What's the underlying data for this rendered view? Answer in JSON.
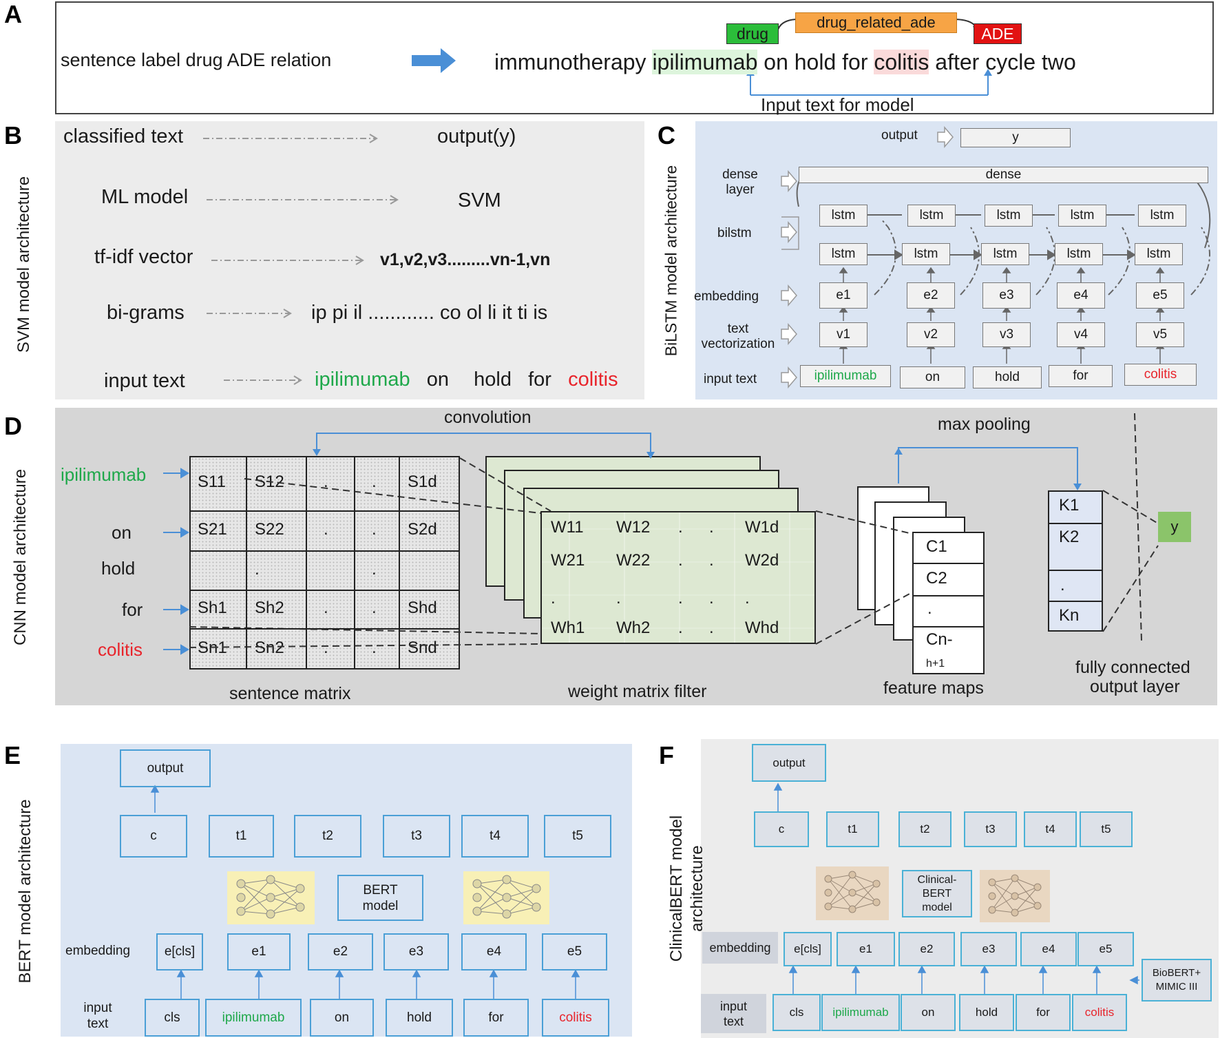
{
  "panelA": {
    "letter": "A",
    "left_text": "sentence label drug ADE relation",
    "drug_tag": "drug",
    "relation_tag": "drug_related_ade",
    "ade_tag": "ADE",
    "sentence": [
      "immunotherapy",
      "ipilimumab",
      "on hold for",
      "colitis",
      "after cycle two"
    ],
    "input_label": "Input text for model"
  },
  "panelB": {
    "letter": "B",
    "side_label": "SVM model architecture",
    "rows": [
      {
        "label": "classified text",
        "value": "output(y)"
      },
      {
        "label": "ML model",
        "value": "SVM"
      },
      {
        "label": "tf-idf vector",
        "value": "v1,v2,v3.........vn-1,vn"
      },
      {
        "label": "bi-grams",
        "value": "ip  pi  il ............ co  ol  li  it  ti  is"
      },
      {
        "label": "input text",
        "words": [
          "ipilimumab",
          "on",
          "hold",
          "for",
          "colitis"
        ]
      }
    ]
  },
  "panelC": {
    "letter": "C",
    "side_label": "BiLSTM model architecture",
    "layer_labels": [
      "output",
      "dense layer",
      "bilstm",
      "embedding",
      "text vectorization",
      "input text"
    ],
    "output_box": "y",
    "dense_box": "dense",
    "lstm": "lstm",
    "embeddings": [
      "e1",
      "e2",
      "e3",
      "e4",
      "e5"
    ],
    "vectors": [
      "v1",
      "v2",
      "v3",
      "v4",
      "v5"
    ],
    "inputs": [
      "ipilimumab",
      "on",
      "hold",
      "for",
      "colitis"
    ]
  },
  "panelD": {
    "letter": "D",
    "side_label": "CNN model architecture",
    "convolution": "convolution",
    "max_pooling": "max pooling",
    "words": [
      "ipilimumab",
      "on",
      "hold",
      "for",
      "colitis"
    ],
    "sentence_matrix_label": "sentence matrix",
    "weight_filter_label": "weight matrix filter",
    "feature_maps_label": "feature maps",
    "fc_label_1": "fully connected",
    "fc_label_2": "output layer",
    "k_cells": [
      "K1",
      "K2",
      ".",
      "Kn"
    ],
    "c_cells": [
      "C1",
      "C2",
      ".",
      "Cn-",
      "h+1"
    ],
    "y": "y",
    "s_rows": [
      [
        "S11",
        "S12",
        ".",
        ".",
        "S1d"
      ],
      [
        "S21",
        "S22",
        ".",
        ".",
        "S2d"
      ],
      [
        "",
        ".",
        "",
        ".",
        ""
      ],
      [
        "Sh1",
        "Sh2",
        ".",
        ".",
        "Shd"
      ],
      [
        "Sn1",
        "Sn2",
        ".",
        ".",
        "Snd"
      ]
    ],
    "w_rows": [
      [
        "W11",
        "W12",
        ".",
        ".",
        "W1d"
      ],
      [
        "W21",
        "W22",
        ".",
        ".",
        "W2d"
      ],
      [
        ".",
        ".",
        ".",
        ".",
        "."
      ],
      [
        "Wh1",
        "Wh2",
        ".",
        ".",
        "Whd"
      ]
    ]
  },
  "panelE": {
    "letter": "E",
    "side_label": "BERT model architecture",
    "output": "output",
    "tokens_out": [
      "c",
      "t1",
      "t2",
      "t3",
      "t4",
      "t5"
    ],
    "model": "BERT model",
    "embedding_label": "embedding",
    "embeddings": [
      "e[cls]",
      "e1",
      "e2",
      "e3",
      "e4",
      "e5"
    ],
    "input_label": "input text",
    "inputs": [
      "cls",
      "ipilimumab",
      "on",
      "hold",
      "for",
      "colitis"
    ]
  },
  "panelF": {
    "letter": "F",
    "side_label_1": "ClinicalBERT model",
    "side_label_2": "architecture",
    "output": "output",
    "tokens_out": [
      "c",
      "t1",
      "t2",
      "t3",
      "t4",
      "t5"
    ],
    "model": "Clinical-BERT model",
    "embedding_label": "embedding",
    "embeddings": [
      "e[cls]",
      "e1",
      "e2",
      "e3",
      "e4",
      "e5"
    ],
    "input_label": "input text",
    "inputs": [
      "cls",
      "ipilimumab",
      "on",
      "hold",
      "for",
      "colitis"
    ],
    "pretrain": "BioBERT+ MIMIC III"
  },
  "colors": {
    "green": "#1ea84a",
    "red": "#e8242b",
    "arrow_blue": "#4a8fd6",
    "panel_grey": "#ececec",
    "panel_blue": "#dbe5f3",
    "panel_dgrey": "#d6d6d6",
    "filter_green": "#dde8d2",
    "k_blue": "#dfe6f4",
    "y_green": "#8bc46a"
  }
}
